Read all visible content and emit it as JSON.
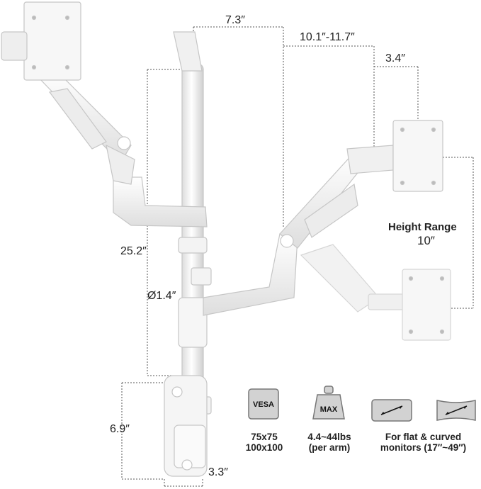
{
  "dimensions": {
    "top_width": "7.3″",
    "arm_reach": "10.1″-11.7″",
    "tilt_depth": "3.4″",
    "pole_height": "25.2″",
    "pole_diameter": "Ø1.4″",
    "base_height": "6.9″",
    "base_width": "3.3″"
  },
  "height_range": {
    "label": "Height Range",
    "value": "10″"
  },
  "specs": [
    {
      "icon": "vesa-icon",
      "icon_text": "VESA",
      "line1": "75x75",
      "line2": "100x100"
    },
    {
      "icon": "weight-icon",
      "icon_text": "MAX",
      "line1": "4.4~44lbs",
      "line2": "(per arm)"
    },
    {
      "icon": "flat-curved-monitor-icon",
      "icon_text": "",
      "line1": "For flat & curved",
      "line2": "monitors (17″~49″)"
    }
  ],
  "colors": {
    "product": "#f4f4f4",
    "outline": "#c9c9c9",
    "dim_line": "#555555",
    "icon_fill": "#d4d4d4"
  }
}
